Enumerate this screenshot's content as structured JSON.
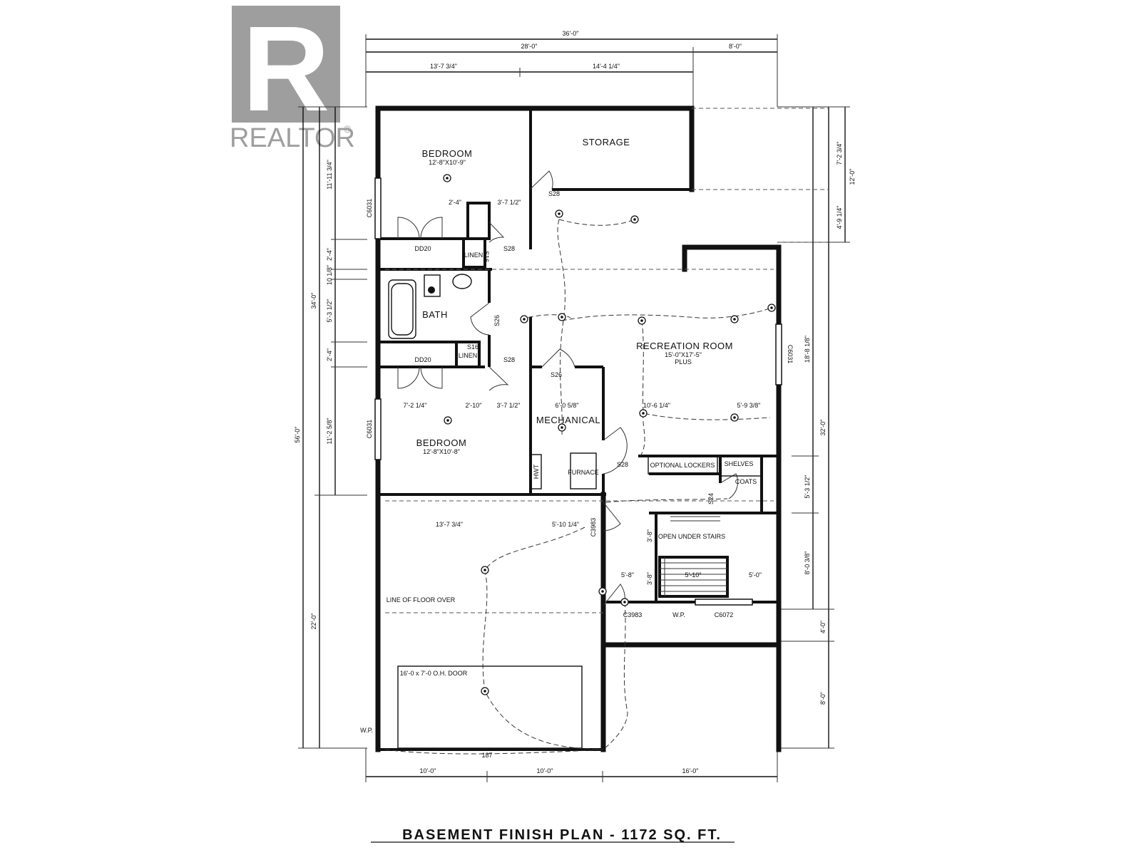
{
  "watermark": {
    "brand": "REALTOR",
    "registered_mark": "®",
    "logo_letter": "R"
  },
  "title": "BASEMENT FINISH PLAN - 1172 SQ. FT.",
  "rooms": {
    "bedroom1": {
      "name": "BEDROOM",
      "size": "12'-8\"X10'-9\""
    },
    "storage": {
      "name": "STORAGE"
    },
    "bath": {
      "name": "BATH"
    },
    "recreation": {
      "name": "RECREATION ROOM",
      "size": "15'-0\"X17'-5\"",
      "note": "PLUS"
    },
    "mechanical": {
      "name": "MECHANICAL"
    },
    "bedroom2": {
      "name": "BEDROOM",
      "size": "12'-8\"X10'-8\""
    }
  },
  "fixtures": {
    "linen1": "LINEN",
    "linen2": "LINEN",
    "hwt": "HWT",
    "furnace": "FURNACE",
    "lockers": "OPTIONAL LOCKERS",
    "shelves": "SHELVES",
    "coats": "COATS",
    "under_stairs": "OPEN UNDER STAIRS",
    "floor_over": "LINE OF FLOOR OVER",
    "garage_door": "16'-0 x 7'-0 O.H. DOOR"
  },
  "codes": {
    "dd20_a": "DD20",
    "dd20_b": "DD20",
    "s28_a": "S28",
    "s28_b": "S28",
    "s28_c": "S28",
    "s28_d": "S28",
    "s26_a": "S26",
    "s26_b": "S26",
    "s24": "S24",
    "s16_a": "S16",
    "s16_b": "S16",
    "c6031_a": "C6031",
    "c6031_b": "C6031",
    "c6031_c": "C6031",
    "c3983_a": "C3983",
    "c3983_b": "C3983",
    "c6072": "C6072",
    "wp_a": "W.P.",
    "wp_b": "W.P.",
    "code_187": "187"
  },
  "dims_top": {
    "overall": "36'-0\"",
    "left": "28'-0\"",
    "right": "8'-0\"",
    "seg1": "13'-7 3/4\"",
    "seg2": "14'-4 1/4\""
  },
  "dims_bottom": {
    "a": "10'-0\"",
    "b": "10'-0\"",
    "c": "16'-0\""
  },
  "dims_left": {
    "overall": "56'-0\"",
    "upper": "34'-0\"",
    "garage": "22'-0\"",
    "l1": "11'-11 3/4\"",
    "l2": "2'-4\"",
    "l3": "10 1/8\"",
    "l4": "5'-3 1/2\"",
    "l5": "2'-4\"",
    "l6": "11'-2 5/8\""
  },
  "dims_right": {
    "r1": "7'-2 3/4\"",
    "r2": "4'-9 1/4\"",
    "r3": "12'-0\"",
    "r4": "18'-8 1/8\"",
    "r5": "32'-0\"",
    "r6": "5'-3 1/2\"",
    "r7": "8'-0 3/8\"",
    "r8": "4'-0\"",
    "r9": "8'-0\""
  },
  "dims_interior": {
    "i1": "2'-4\"",
    "i2": "3'-7 1/2\"",
    "i3": "7'-2 1/4\"",
    "i4": "2'-10\"",
    "i5": "3'-7 1/2\"",
    "i6": "6'-0 5/8\"",
    "i7": "10'-6 1/4\"",
    "i8": "5'-9 3/8\"",
    "i9": "13'-7 3/4\"",
    "i10": "5'-10 1/4\"",
    "i11": "3'-8\"",
    "i12": "5'-8\"",
    "i13": "3'-8\"",
    "i14": "5'-10\"",
    "i15": "5'-0\""
  }
}
